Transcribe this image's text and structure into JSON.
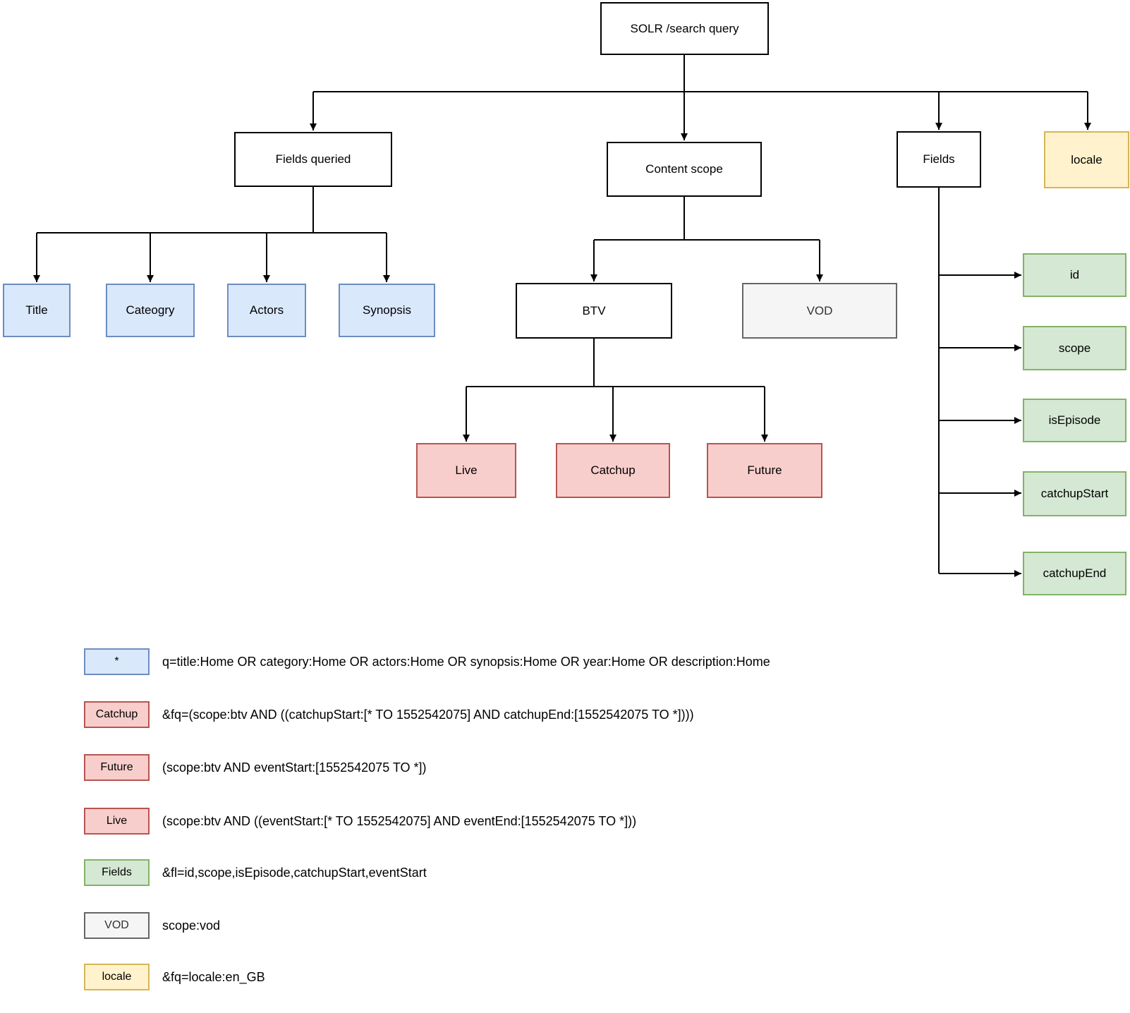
{
  "diagram": {
    "nodes": {
      "solr": {
        "label": "SOLR /search query"
      },
      "fields_queried": {
        "label": "Fields queried"
      },
      "content_scope": {
        "label": "Content scope"
      },
      "fields": {
        "label": "Fields"
      },
      "locale": {
        "label": "locale"
      },
      "title": {
        "label": "Title"
      },
      "cateogry": {
        "label": "Cateogry"
      },
      "actors": {
        "label": "Actors"
      },
      "synopsis": {
        "label": "Synopsis"
      },
      "btv": {
        "label": "BTV"
      },
      "vod": {
        "label": "VOD"
      },
      "live": {
        "label": "Live"
      },
      "catchup": {
        "label": "Catchup"
      },
      "future": {
        "label": "Future"
      },
      "field_id": {
        "label": "id"
      },
      "field_scope": {
        "label": "scope"
      },
      "field_is_episode": {
        "label": "isEpisode"
      },
      "field_catchup_start": {
        "label": "catchupStart"
      },
      "field_catchup_end": {
        "label": "catchupEnd"
      }
    },
    "legend": [
      {
        "key": "*",
        "style": "blue",
        "text": "q=title:Home OR category:Home OR actors:Home OR synopsis:Home OR year:Home OR description:Home"
      },
      {
        "key": "Catchup",
        "style": "red",
        "text": "&fq=(scope:btv AND ((catchupStart:[* TO 1552542075] AND catchupEnd:[1552542075 TO *])))"
      },
      {
        "key": "Future",
        "style": "red",
        "text": "(scope:btv AND eventStart:[1552542075 TO *])"
      },
      {
        "key": "Live",
        "style": "red",
        "text": "(scope:btv AND ((eventStart:[* TO 1552542075] AND eventEnd:[1552542075 TO *]))"
      },
      {
        "key": "Fields",
        "style": "green",
        "text": "&fl=id,scope,isEpisode,catchupStart,eventStart"
      },
      {
        "key": "VOD",
        "style": "gray",
        "text": "scope:vod"
      },
      {
        "key": "locale",
        "style": "yellow",
        "text": "&fq=locale:en_GB"
      }
    ],
    "colors": {
      "blue_fill": "#dae8fc",
      "blue_stroke": "#6c8ebf",
      "red_fill": "#f8cecc",
      "red_stroke": "#b85450",
      "green_fill": "#d5e8d4",
      "green_stroke": "#82b366",
      "yellow_fill": "#fff2cc",
      "yellow_stroke": "#d6b656",
      "gray_fill": "#f5f5f5",
      "gray_stroke": "#666666",
      "plain_fill": "#ffffff",
      "plain_stroke": "#000000",
      "connector": "#000000"
    }
  }
}
